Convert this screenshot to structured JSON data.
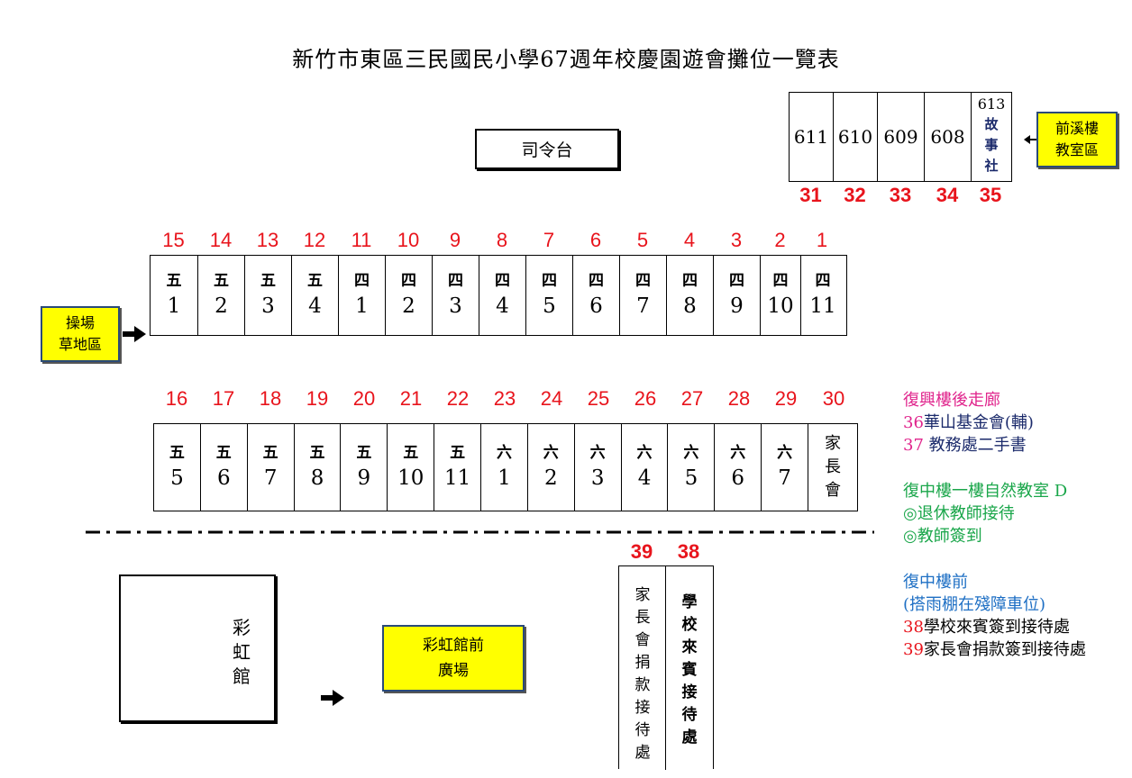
{
  "title": "新竹市東區三民國民小學67週年校慶園遊會攤位一覽表",
  "stage_label": "司令台",
  "top_right": {
    "rooms": [
      "611",
      "610",
      "609",
      "608"
    ],
    "story_room": {
      "num": "613",
      "chars": [
        "故",
        "事",
        "社"
      ]
    },
    "numbers": [
      "31",
      "32",
      "33",
      "34",
      "35"
    ],
    "sign": [
      "前溪樓",
      "教室區"
    ]
  },
  "row1": {
    "numbers": [
      "15",
      "14",
      "13",
      "12",
      "11",
      "10",
      "9",
      "8",
      "7",
      "6",
      "5",
      "4",
      "3",
      "2",
      "1"
    ],
    "cells": [
      {
        "g": "五",
        "c": "1"
      },
      {
        "g": "五",
        "c": "2"
      },
      {
        "g": "五",
        "c": "3"
      },
      {
        "g": "五",
        "c": "4"
      },
      {
        "g": "四",
        "c": "1"
      },
      {
        "g": "四",
        "c": "2"
      },
      {
        "g": "四",
        "c": "3"
      },
      {
        "g": "四",
        "c": "4"
      },
      {
        "g": "四",
        "c": "5"
      },
      {
        "g": "四",
        "c": "6"
      },
      {
        "g": "四",
        "c": "7"
      },
      {
        "g": "四",
        "c": "8"
      },
      {
        "g": "四",
        "c": "9"
      },
      {
        "g": "四",
        "c": "10"
      },
      {
        "g": "四",
        "c": "11"
      }
    ]
  },
  "left_sign": [
    "操場",
    "草地區"
  ],
  "row2": {
    "numbers": [
      "16",
      "17",
      "18",
      "19",
      "20",
      "21",
      "22",
      "23",
      "24",
      "25",
      "26",
      "27",
      "28",
      "29",
      "30"
    ],
    "cells": [
      {
        "g": "五",
        "c": "5"
      },
      {
        "g": "五",
        "c": "6"
      },
      {
        "g": "五",
        "c": "7"
      },
      {
        "g": "五",
        "c": "8"
      },
      {
        "g": "五",
        "c": "9"
      },
      {
        "g": "五",
        "c": "10"
      },
      {
        "g": "五",
        "c": "11"
      },
      {
        "g": "六",
        "c": "1"
      },
      {
        "g": "六",
        "c": "2"
      },
      {
        "g": "六",
        "c": "3"
      },
      {
        "g": "六",
        "c": "4"
      },
      {
        "g": "六",
        "c": "5"
      },
      {
        "g": "六",
        "c": "6"
      },
      {
        "g": "六",
        "c": "7"
      }
    ],
    "parents_chars": [
      "家",
      "長",
      "會"
    ]
  },
  "legend": {
    "g1_title": "復興樓後走廊",
    "g1_items": [
      {
        "num": "36",
        "text": "華山基金會(輔)"
      },
      {
        "num": "37",
        "text": " 教務處二手書"
      }
    ],
    "g2_title": "復中樓一樓自然教室 D",
    "g2_items": [
      "◎退休教師接待",
      "◎教師簽到"
    ],
    "g3_title": "復中樓前",
    "g3_sub": "(搭雨棚在殘障車位)",
    "g3_items": [
      {
        "num": "38",
        "text": "學校來賓簽到接待處"
      },
      {
        "num": "39",
        "text": "家長會捐款簽到接待處"
      }
    ],
    "colors": {
      "pink": "#e0248c",
      "green": "#1aa64a",
      "blue": "#1e6fc4",
      "red": "#e8141c",
      "navy": "#1b2a6b"
    }
  },
  "rainbow_hall_chars": [
    "彩",
    "虹",
    "館"
  ],
  "plaza_sign": [
    "彩虹館前",
    "廣場"
  ],
  "reception": {
    "numbers": [
      "39",
      "38"
    ],
    "col39_chars": [
      "家",
      "長",
      "會",
      "捐",
      "款",
      "接",
      "待",
      "處"
    ],
    "col38_chars": [
      "學",
      "校",
      "來",
      "賓",
      "接",
      "待",
      "處"
    ]
  }
}
